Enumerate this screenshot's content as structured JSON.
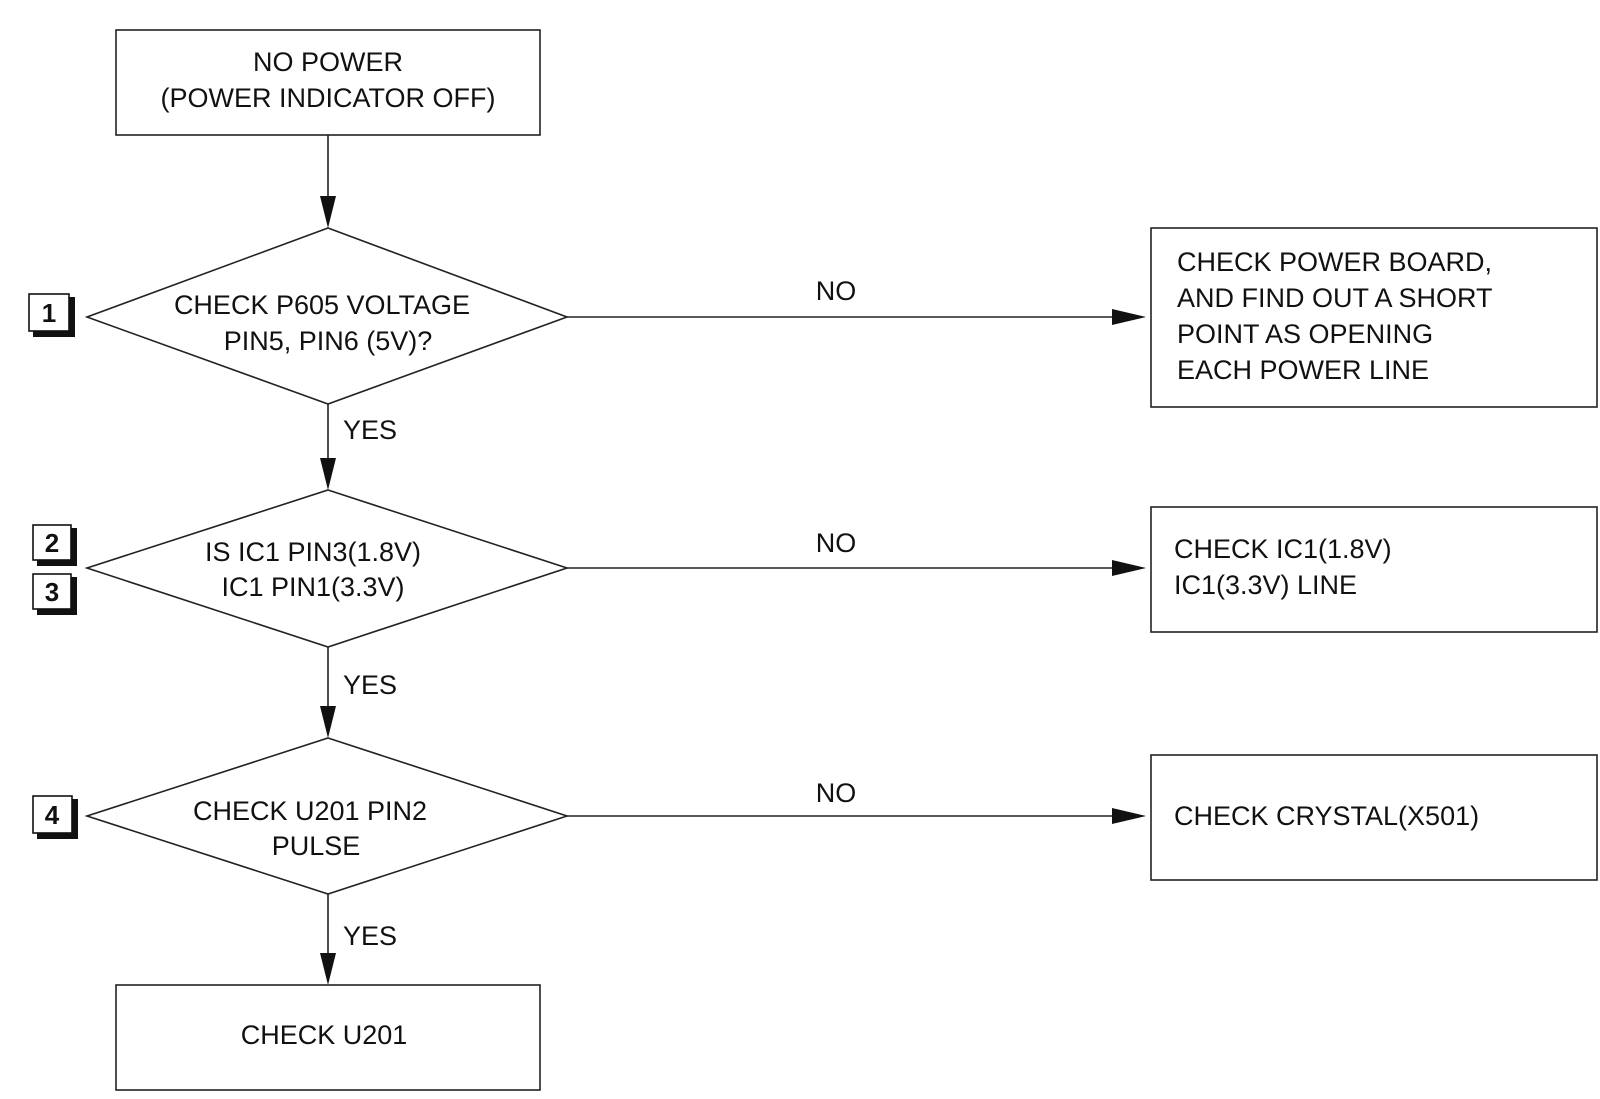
{
  "start_box": {
    "line1": "NO POWER",
    "line2": "(POWER INDICATOR OFF)"
  },
  "decisions": [
    {
      "step_labels": [
        "1"
      ],
      "line1": "CHECK P605 VOLTAGE",
      "line2": "PIN5, PIN6 (5V)?",
      "no_label": "NO",
      "yes_label": "YES",
      "no_action": [
        "CHECK POWER BOARD,",
        "AND FIND OUT A SHORT",
        "POINT AS OPENING",
        "EACH POWER LINE"
      ]
    },
    {
      "step_labels": [
        "2",
        "3"
      ],
      "line1": "IS IC1 PIN3(1.8V)",
      "line2": "IC1 PIN1(3.3V)",
      "no_label": "NO",
      "yes_label": "YES",
      "no_action": [
        "CHECK IC1(1.8V)",
        "IC1(3.3V) LINE"
      ]
    },
    {
      "step_labels": [
        "4"
      ],
      "line1": "CHECK U201 PIN2",
      "line2": "PULSE",
      "no_label": "NO",
      "yes_label": "YES",
      "no_action": [
        "CHECK CRYSTAL(X501)"
      ]
    }
  ],
  "end_box": {
    "text": "CHECK U201"
  }
}
